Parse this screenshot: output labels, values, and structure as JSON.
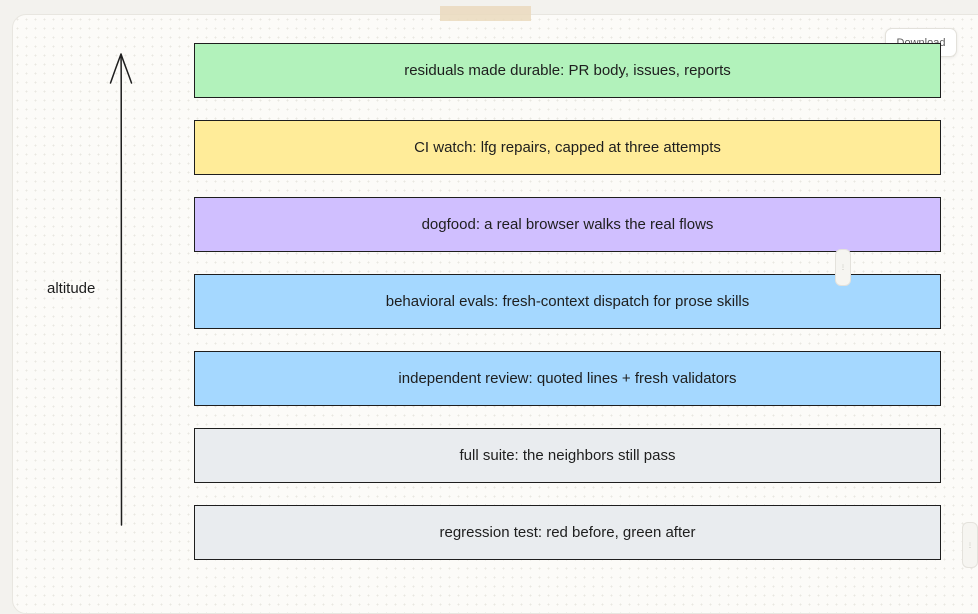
{
  "toolbar": {
    "download_label": "Download"
  },
  "axis": {
    "label": "altitude"
  },
  "layers": [
    {
      "label": "residuals made durable: PR body, issues, reports",
      "color": "#b2f2bb"
    },
    {
      "label": "CI watch: lfg repairs, capped at three attempts",
      "color": "#ffec99"
    },
    {
      "label": "dogfood: a real browser walks the real flows",
      "color": "#d0bfff"
    },
    {
      "label": "behavioral evals: fresh-context dispatch for prose skills",
      "color": "#a5d8ff"
    },
    {
      "label": "independent review: quoted lines + fresh validators",
      "color": "#a5d8ff"
    },
    {
      "label": "full suite: the neighbors still pass",
      "color": "#e9ecef"
    },
    {
      "label": "regression test: red before, green after",
      "color": "#e9ecef"
    }
  ]
}
